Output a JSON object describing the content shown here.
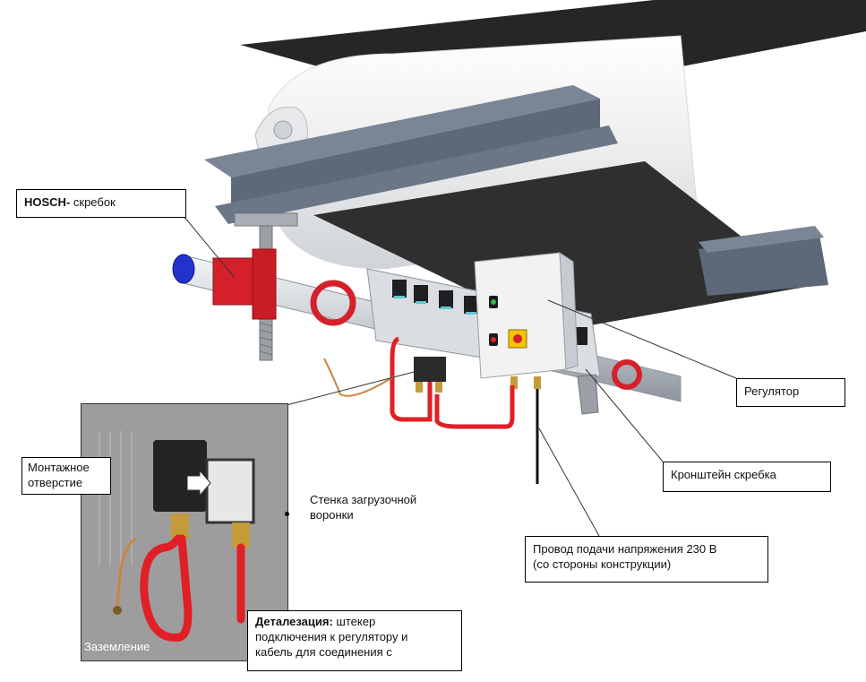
{
  "labels": {
    "hosch_brand": "HOSCH-",
    "hosch_rest": " скребок",
    "regulator": "Регулятор",
    "scraper_bracket": "Кронштейн скребка",
    "power_wire_line1": "Провод подачи напряжения 230 В",
    "power_wire_line2": "(со стороны конструкции)",
    "mount_hole_line1": "Монтажное",
    "mount_hole_line2": "отверстие",
    "chute_wall_line1": "Стенка загрузочной",
    "chute_wall_line2": "воронки",
    "grounding": "Заземление",
    "detail_bold": "Деталезация:",
    "detail_line1_rest": " штекер",
    "detail_line2": "подключения к регулятору и",
    "detail_line3": "кабель для соединения с"
  },
  "colors": {
    "belt": "#2a2a2a",
    "beam": "#6b7787",
    "beam_dark": "#4d5766",
    "drum": "#f2f2f2",
    "pipe": "#d9dde2",
    "red_part": "#d4202a",
    "cable_red": "#e01f26",
    "box": "#f4f4f4",
    "end_cap": "#2233cc",
    "panel_bg": "#9a9a9a"
  }
}
